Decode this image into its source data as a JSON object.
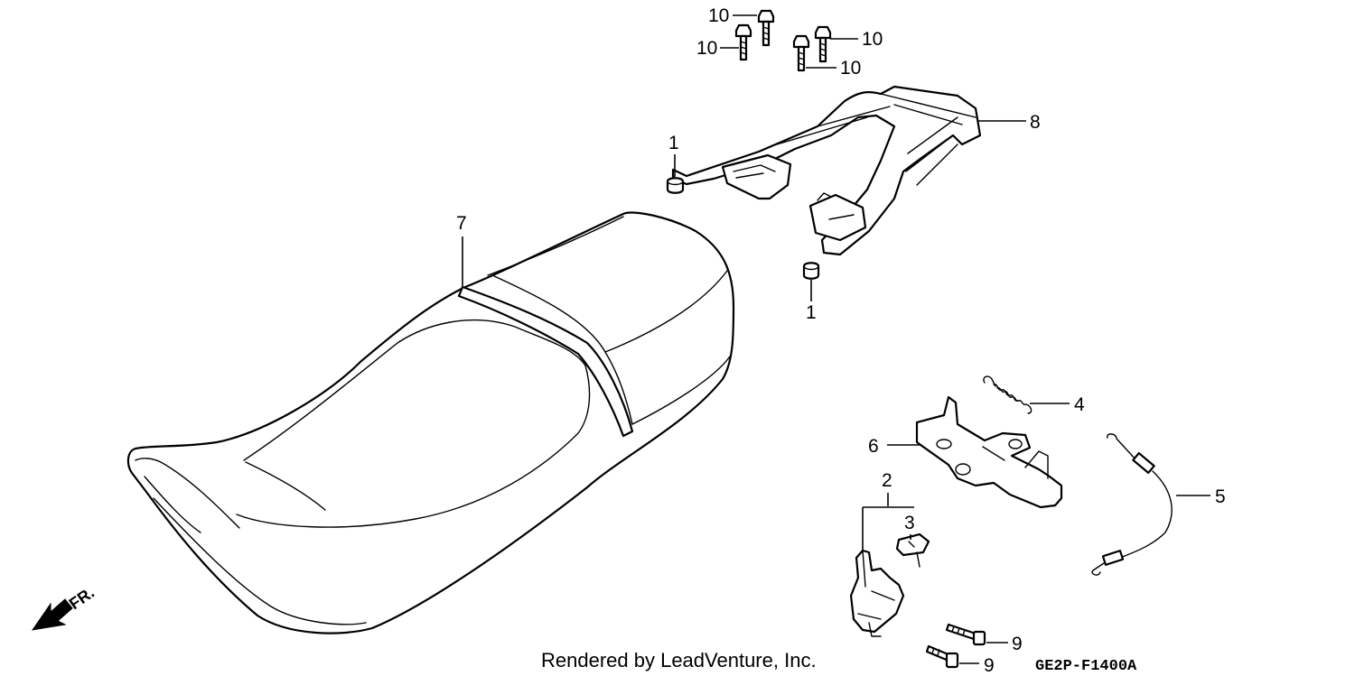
{
  "callouts": {
    "c1a": "1",
    "c1b": "1",
    "c2": "2",
    "c3": "3",
    "c4": "4",
    "c5": "5",
    "c6": "6",
    "c7": "7",
    "c8": "8",
    "c9a": "9",
    "c9b": "9",
    "c10a": "10",
    "c10b": "10",
    "c10c": "10",
    "c10d": "10"
  },
  "front_arrow_label": "FR.",
  "footer": {
    "credit": "Rendered by LeadVenture, Inc.",
    "diagram_code": "GE2P-F1400A"
  }
}
